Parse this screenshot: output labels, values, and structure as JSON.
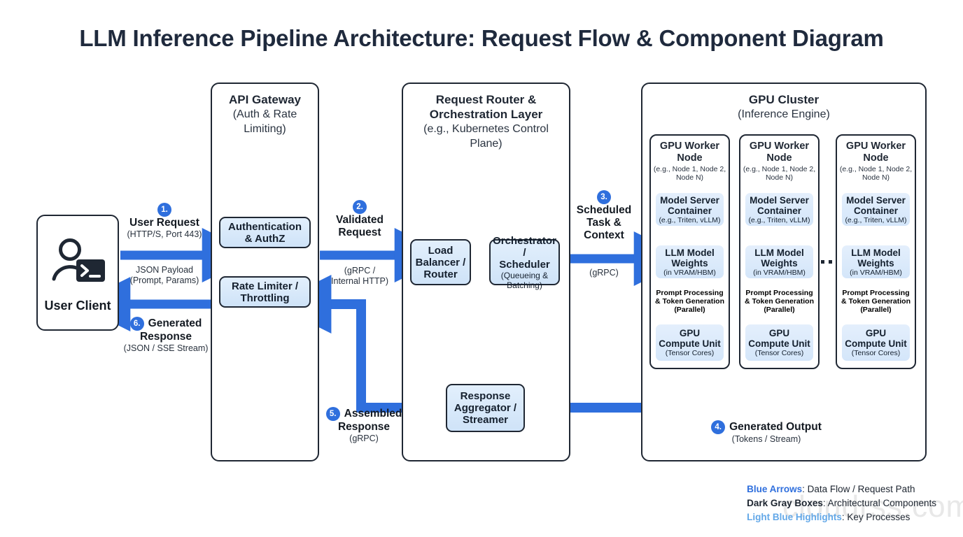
{
  "title": "LLM Inference Pipeline Architecture: Request Flow & Component Diagram",
  "watermark": "cloudrss.com",
  "colors": {
    "arrow_blue": "#2f6fdd",
    "badge_blue": "#2f6fdd",
    "box_border": "#1f2733",
    "light_blue_fill": "#d6e7fa",
    "title_color": "#1f2a3d",
    "legend_light_blue": "#63a8e8"
  },
  "client": {
    "label": "User Client",
    "icon": "user-terminal-icon"
  },
  "api_gateway": {
    "title": "API Gateway",
    "subtitle": "(Auth & Rate Limiting)",
    "components": [
      {
        "title": "Authentication & AuthZ",
        "sub": ""
      },
      {
        "title": "Rate Limiter / Throttling",
        "sub": ""
      }
    ]
  },
  "router": {
    "title": "Request Router & Orchestration Layer",
    "subtitle": "(e.g., Kubernetes Control Plane)",
    "components": [
      {
        "title": "Load Balancer / Router",
        "sub": ""
      },
      {
        "title": "Orchestrator / Scheduler",
        "sub": "(Queueing & Batching)"
      },
      {
        "title": "Response Aggregator / Streamer",
        "sub": ""
      }
    ]
  },
  "gpu_cluster": {
    "title": "GPU Cluster",
    "subtitle": "(Inference Engine)",
    "ellipsis": "...",
    "nodes": [
      {
        "title": "GPU Worker Node",
        "sub": "(e.g., Node 1, Node 2, Node N)",
        "stages": [
          {
            "title": "Model Server Container",
            "sub": "(e.g., Triten, vLLM)"
          },
          {
            "title": "LLM Model Weights",
            "sub": "(in VRAM/HBM)"
          },
          {
            "title": "GPU Compute Unit",
            "sub": "(Tensor Cores)"
          }
        ],
        "connector_label": "Prompt Processing & Token Generation (Parallel)"
      },
      {
        "title": "GPU Worker Node",
        "sub": "(e.g., Node 1, Node 2, Node N)",
        "stages": [
          {
            "title": "Model Server Container",
            "sub": "(e.g., Triten, vLLM)"
          },
          {
            "title": "LLM Model Weights",
            "sub": "(in VRAM/HBM)"
          },
          {
            "title": "GPU Compute Unit",
            "sub": "(Tensor Cores)"
          }
        ],
        "connector_label": "Prompt Processing & Token Generation (Parallel)"
      },
      {
        "title": "GPU Worker Node",
        "sub": "(e.g., Node 1, Node 2, Node N)",
        "stages": [
          {
            "title": "Model Server Container",
            "sub": "(e.g., Triten, vLLM)"
          },
          {
            "title": "LLM Model Weights",
            "sub": "(in VRAM/HBM)"
          },
          {
            "title": "GPU Compute Unit",
            "sub": "(Tensor Cores)"
          }
        ],
        "connector_label": "Prompt Processing & Token Generation (Parallel)"
      }
    ]
  },
  "steps": [
    {
      "badge": "1.",
      "main": "User Request",
      "sub": "(HTTP/S, Port 443)",
      "sub2": "JSON Payload (Prompt, Params)"
    },
    {
      "badge": "2.",
      "main": "Validated Request",
      "sub": "(gRPC / Internal HTTP)"
    },
    {
      "badge": "3.",
      "main": "Scheduled Task & Context",
      "sub": "(gRPC)"
    },
    {
      "badge": "4.",
      "main": "Generated Output",
      "sub": "(Tokens / Stream)"
    },
    {
      "badge": "5.",
      "main": "Assembled Response",
      "sub": "(gRPC)"
    },
    {
      "badge": "6.",
      "main": "Generated Response",
      "sub": "(JSON / SSE Stream)"
    }
  ],
  "step_parts": {
    "s1_main": "User Request",
    "s1_sub": "(HTTP/S, Port 443)",
    "s1_payload_a": "JSON Payload",
    "s1_payload_b": "(Prompt, Params)",
    "s2_main_a": "Validated",
    "s2_main_b": "Request",
    "s2_sub_a": "(gRPC /",
    "s2_sub_b": "Internal HTTP)",
    "s3_main_a": "Scheduled",
    "s3_main_b": "Task &",
    "s3_main_c": "Context",
    "s3_sub": "(gRPC)",
    "s4_main": "Generated Output",
    "s4_sub": "(Tokens / Stream)",
    "s5_main_a": "Assembled",
    "s5_main_b": "Response",
    "s5_sub": "(gRPC)",
    "s6_main_a": "Generated",
    "s6_main_b": "Response",
    "s6_sub": "(JSON / SSE Stream)"
  },
  "box_text": {
    "auth_a": "Authentication",
    "auth_b": "& AuthZ",
    "rate_a": "Rate Limiter /",
    "rate_b": "Throttling",
    "lb_a": "Load",
    "lb_b": "Balancer /",
    "lb_c": "Router",
    "orch_a": "Orchestrator /",
    "orch_b": "Scheduler",
    "orch_sub_a": "(Queueing &",
    "orch_sub_b": "Batching)",
    "agg_a": "Response",
    "agg_b": "Aggregator /",
    "agg_c": "Streamer",
    "gw_title": "API Gateway",
    "gw_sub_a": "(Auth & Rate",
    "gw_sub_b": "Limiting)",
    "rt_title_a": "Request Router &",
    "rt_title_b": "Orchestration Layer",
    "rt_sub_a": "(e.g., Kubernetes Control",
    "rt_sub_b": "Plane)",
    "gc_title": "GPU Cluster",
    "gc_sub": "(Inference Engine)",
    "node_title_a": "GPU Worker",
    "node_title_b": "Node",
    "node_sub_a": "(e.g., Node 1, Node 2,",
    "node_sub_b": "Node N)",
    "msc_a": "Model Server",
    "msc_b": "Container",
    "msc_sub": "(e.g., Triten, vLLM)",
    "lmw_a": "LLM Model",
    "lmw_b": "Weights",
    "lmw_sub": "(in VRAM/HBM)",
    "conn_a": "Prompt Processing",
    "conn_b": "& Token Generation",
    "conn_c": "(Parallel)",
    "gcu_a": "GPU",
    "gcu_b": "Compute Unit",
    "gcu_sub": "(Tensor Cores)"
  },
  "legend": {
    "line1_key": "Blue Arrows",
    "line1_val": ": Data Flow / Request Path",
    "line2_key": "Dark Gray Boxes",
    "line2_val": ": Architectural Components",
    "line3_key": "Light Blue Highlights",
    "line3_val": ": Key Processes"
  }
}
